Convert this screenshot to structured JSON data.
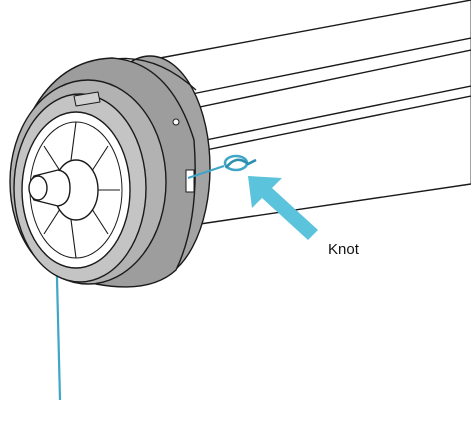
{
  "callout": {
    "label": "Knot"
  },
  "colors": {
    "outline": "#1a1a1a",
    "cap_fill": "#9d9d9d",
    "cap_face": "#ffffff",
    "cord": "#3fa6c7",
    "arrow": "#5bc3dc",
    "background": "#ffffff"
  },
  "icons": {
    "roller_tube": "roller-tube-illustration",
    "end_cap": "end-cap-illustration",
    "cord": "pull-cord-illustration",
    "knot": "knot-illustration",
    "arrow": "callout-arrow"
  }
}
